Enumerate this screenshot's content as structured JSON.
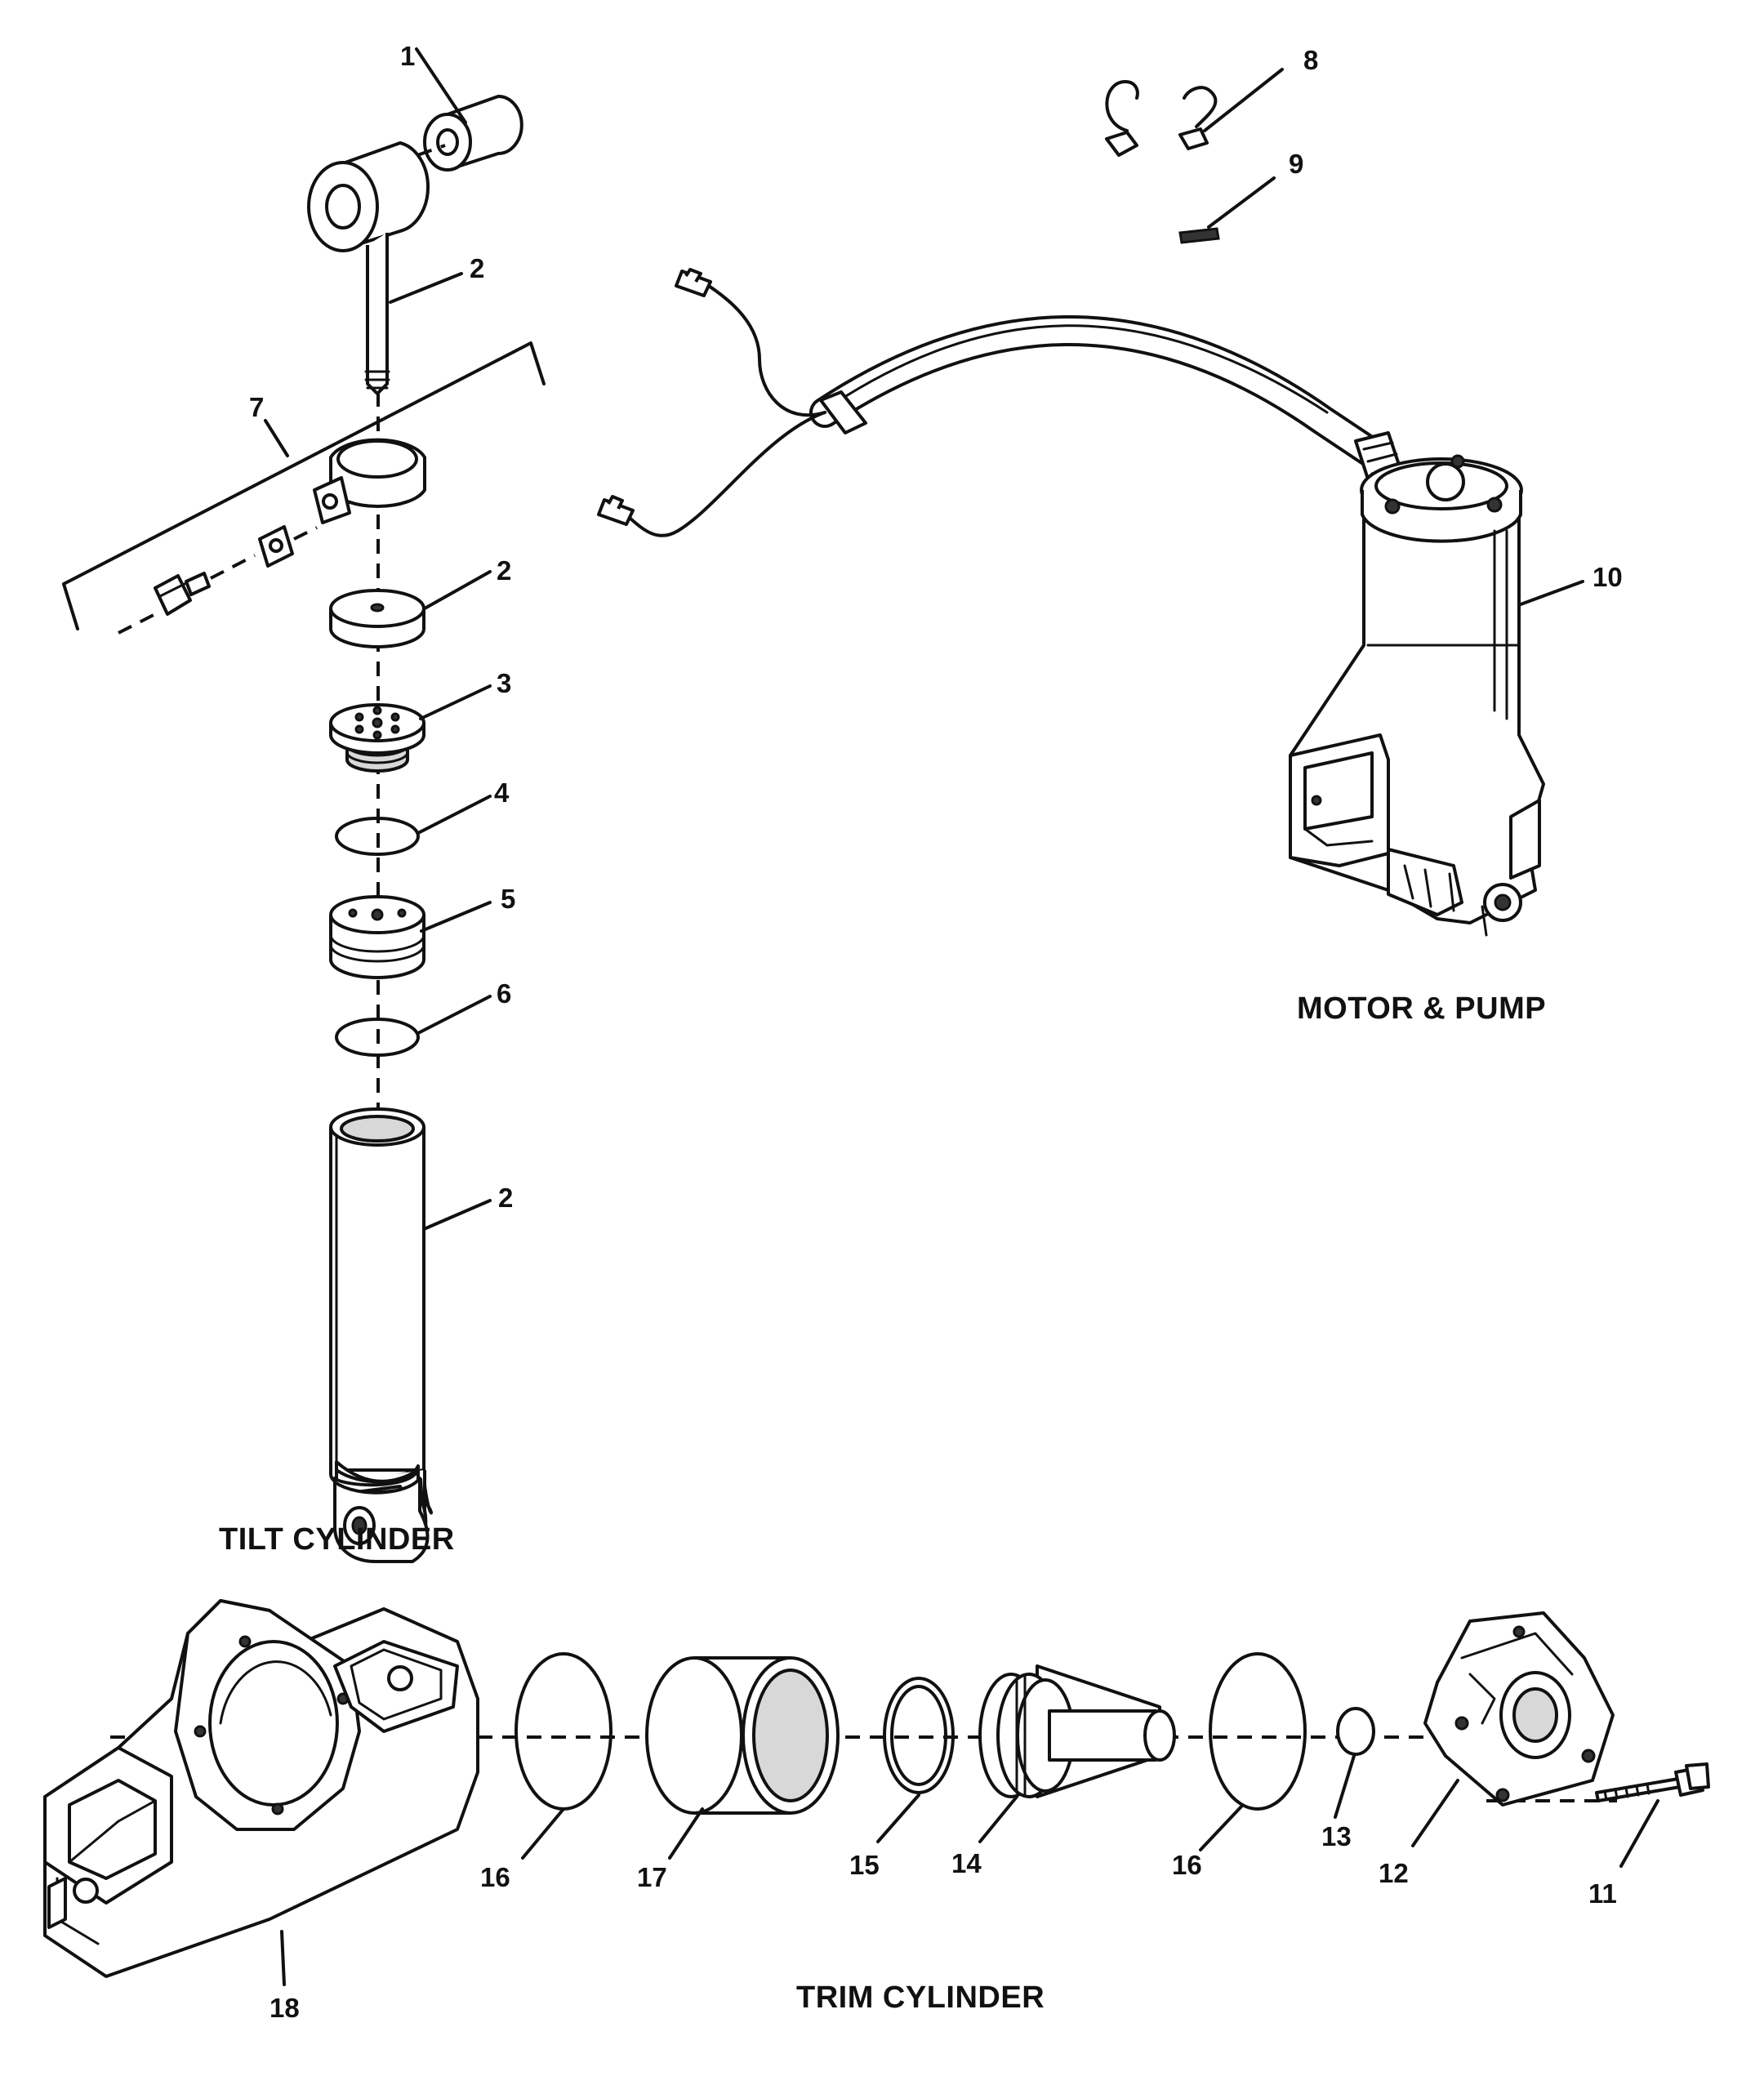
{
  "captions": {
    "tilt": "TILT CYLINDER",
    "motor": "MOTOR & PUMP",
    "trim": "TRIM CYLINDER"
  },
  "callouts": {
    "c1": "1",
    "c2a": "2",
    "c2b": "2",
    "c2c": "2",
    "c3": "3",
    "c4": "4",
    "c5": "5",
    "c6": "6",
    "c7": "7",
    "c8": "8",
    "c9": "9",
    "c10": "10",
    "c11": "11",
    "c12": "12",
    "c13": "13",
    "c14": "14",
    "c15": "15",
    "c16a": "16",
    "c16b": "16",
    "c17": "17",
    "c18": "18"
  }
}
